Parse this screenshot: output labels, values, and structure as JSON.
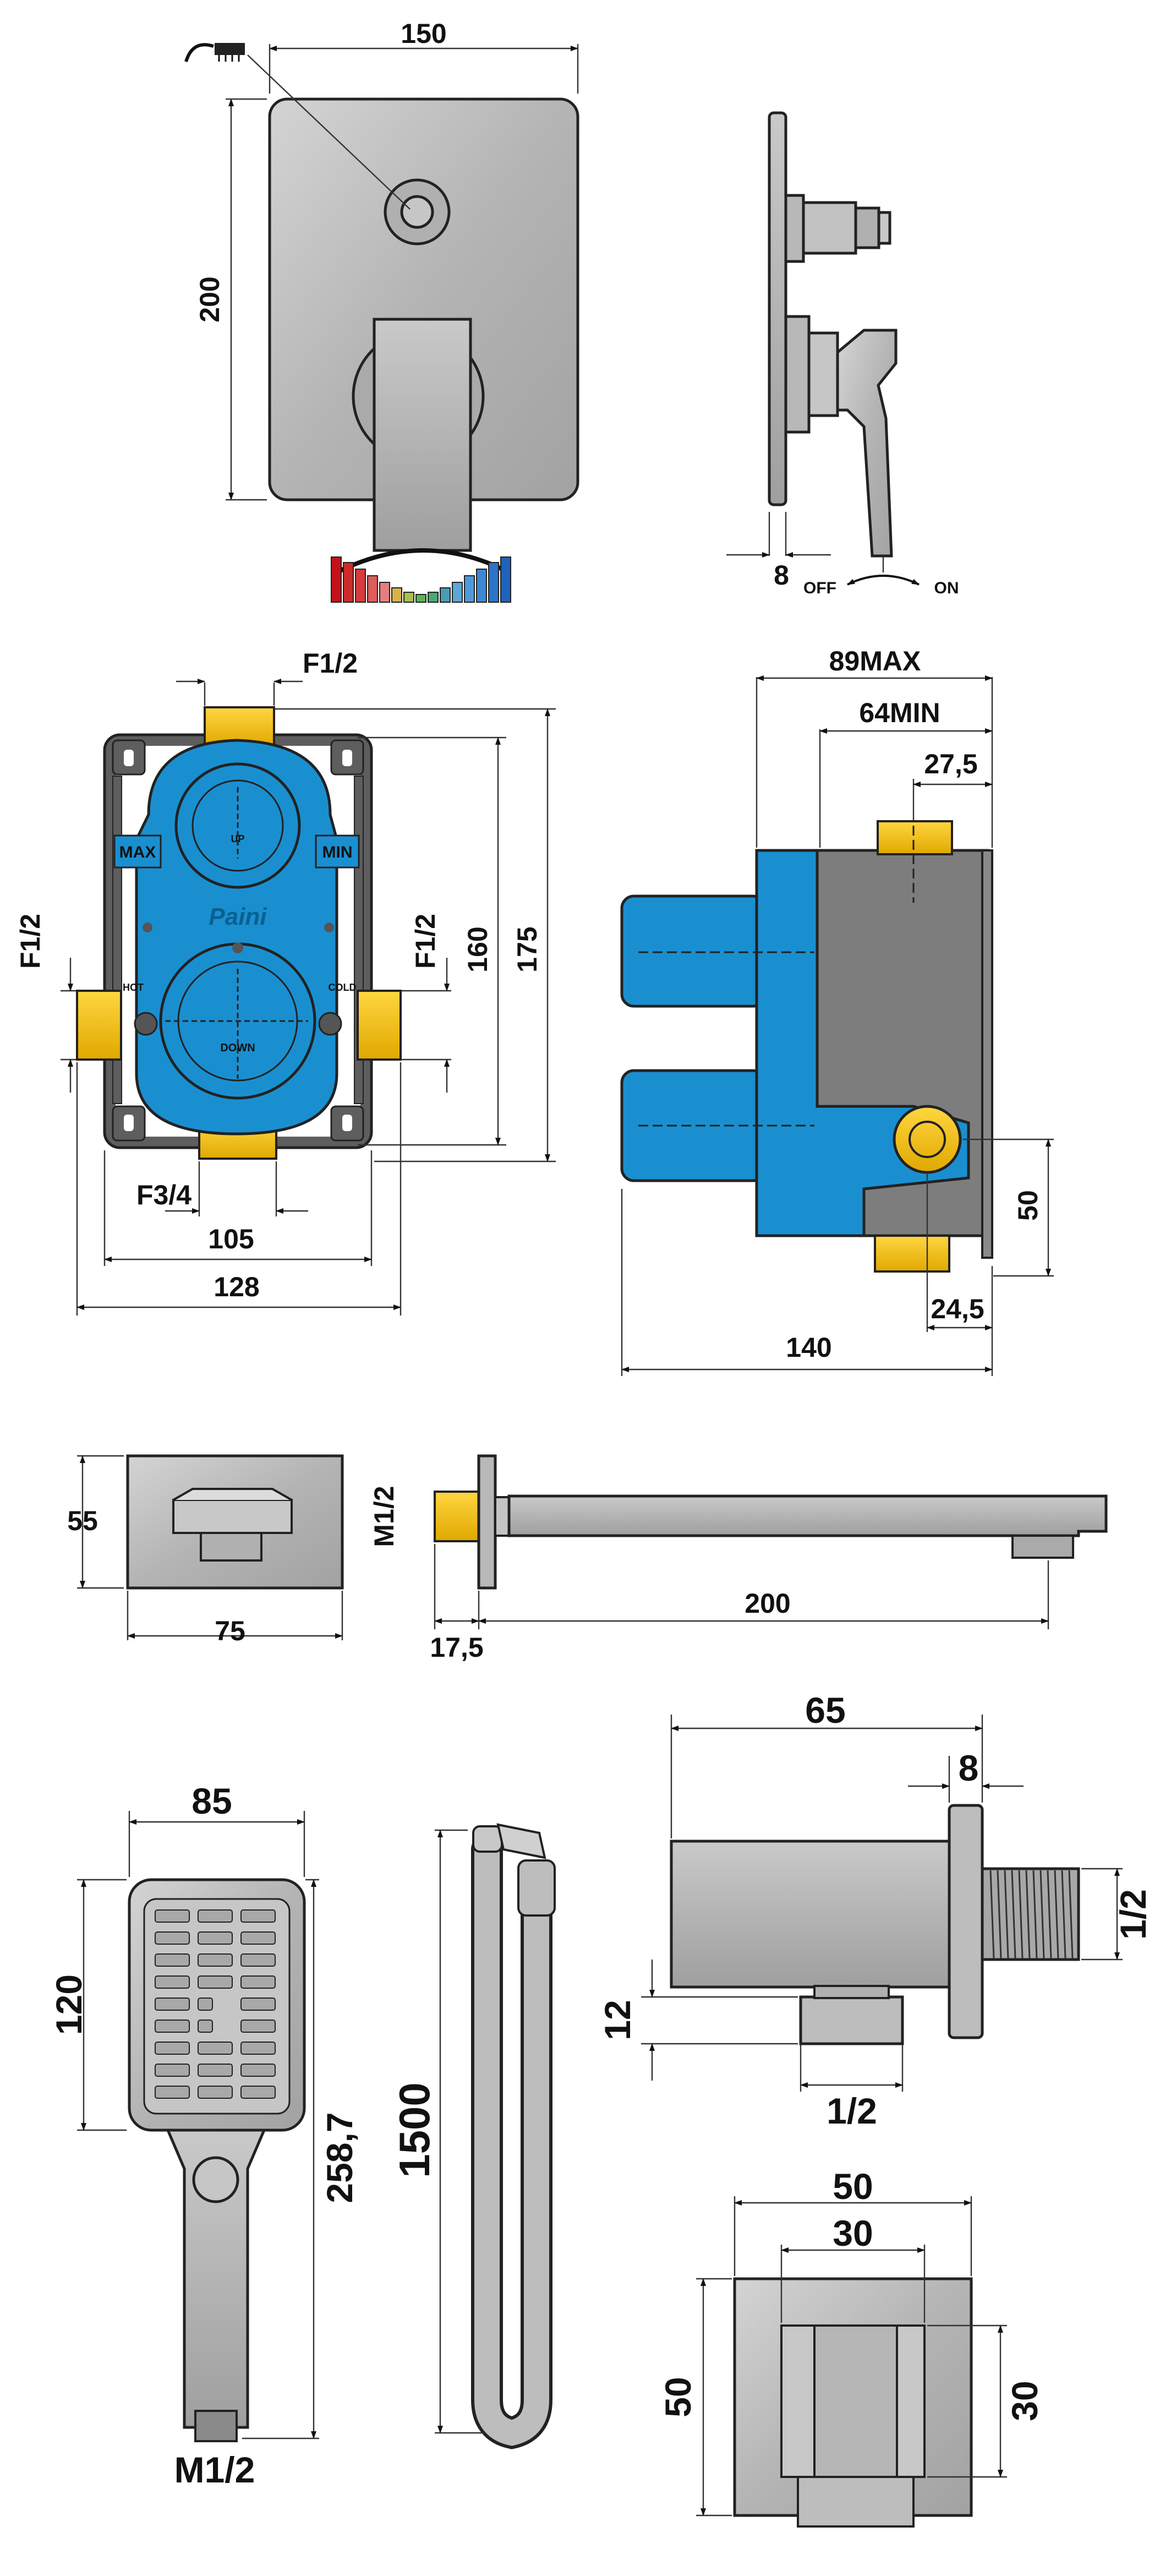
{
  "mixer_plate": {
    "width_label": "150",
    "height_label": "200"
  },
  "mixer_side": {
    "thickness_label": "8",
    "off_label": "OFF",
    "on_label": "ON"
  },
  "box_front": {
    "top_inlet_label": "F1/2",
    "left_inlet_label": "F1/2",
    "right_inlet_label": "F1/2",
    "bottom_outlet_label": "F3/4",
    "inner_height_label": "160",
    "outer_height_label": "175",
    "inner_width_label": "105",
    "outer_width_label": "128",
    "max_label": "MAX",
    "min_label": "MIN",
    "brand_label": "Paini",
    "up_label": "UP",
    "down_label": "DOWN",
    "hot_label": "HOT",
    "cold_label": "COLD"
  },
  "box_side": {
    "max_depth_label": "89MAX",
    "min_depth_label": "64MIN",
    "port_offset_label": "27,5",
    "height_label": "50",
    "bottom_offset_label": "24,5",
    "total_depth_label": "140"
  },
  "spout": {
    "plate_height_label": "55",
    "plate_width_label": "75",
    "thread_label": "M1/2",
    "thread_length_label": "17,5",
    "length_label": "200"
  },
  "hand_shower": {
    "width_label": "85",
    "head_height_label": "120",
    "total_length_label": "258,7",
    "thread_label": "M1/2"
  },
  "hose": {
    "length_label": "1500"
  },
  "wall_outlet": {
    "length_label": "65",
    "plate_label": "8",
    "thread_label": "1/2",
    "outlet_offset_label": "12",
    "outlet_thread_label": "1/2"
  },
  "wall_outlet_front": {
    "outer_width_label": "50",
    "inner_width_label": "30",
    "outer_height_label": "50",
    "inner_height_label": "30"
  },
  "colors": {
    "box_blue": "#1a8fd0",
    "brass": "#f5c400",
    "chrome": "#bdbdbd",
    "dark_grey": "#7d7d7d"
  },
  "icons": [
    "shower-icon",
    "temperature-scale-icon"
  ]
}
